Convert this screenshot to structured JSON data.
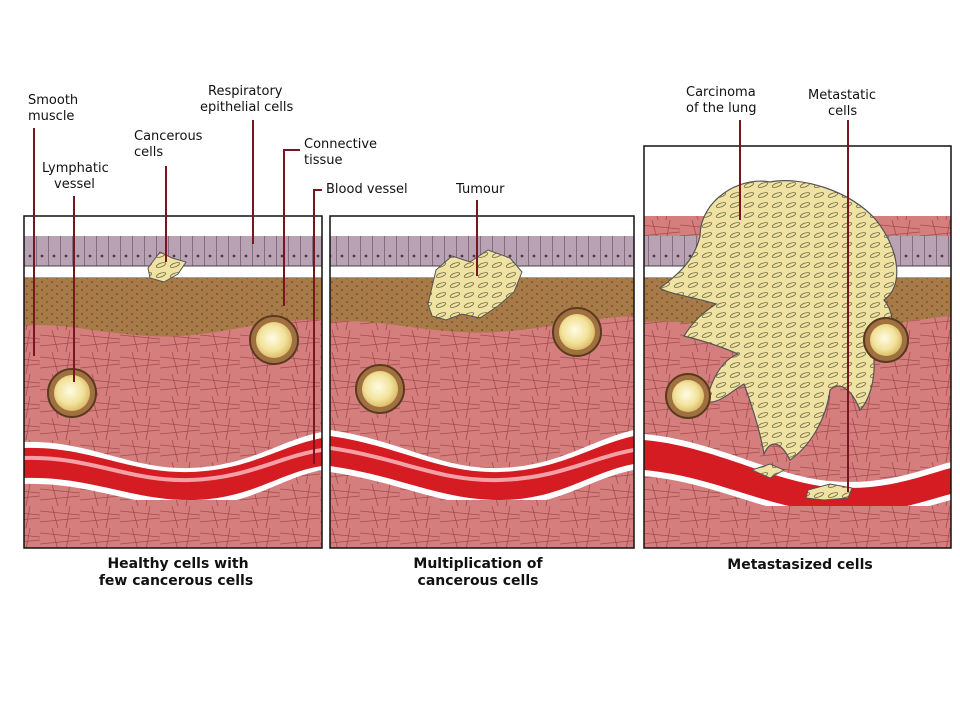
{
  "labels": {
    "smooth_muscle": [
      "Smooth",
      "muscle"
    ],
    "lymphatic_vessel": [
      "Lymphatic",
      "vessel"
    ],
    "cancerous_cells": [
      "Cancerous",
      "cells"
    ],
    "respiratory_epithelial": [
      "Respiratory",
      "epithelial cells"
    ],
    "connective_tissue": [
      "Connective",
      "tissue"
    ],
    "blood_vessel": "Blood vessel",
    "tumour": "Tumour",
    "carcinoma": [
      "Carcinoma",
      "of the lung"
    ],
    "metastatic_cells": [
      "Metastatic",
      "cells"
    ]
  },
  "captions": {
    "panel1": [
      "Healthy cells with",
      "few cancerous cells"
    ],
    "panel2": [
      "Multiplication of",
      "cancerous cells"
    ],
    "panel3": "Metastasized cells"
  },
  "colors": {
    "epithelium": "#b8a2b4",
    "connective": "#a87a48",
    "muscle": "#d47e7e",
    "blood": "#d41c22",
    "lymph": "#f7eeb0",
    "tumour": "#efe2a2",
    "leader": "#7a1420"
  }
}
